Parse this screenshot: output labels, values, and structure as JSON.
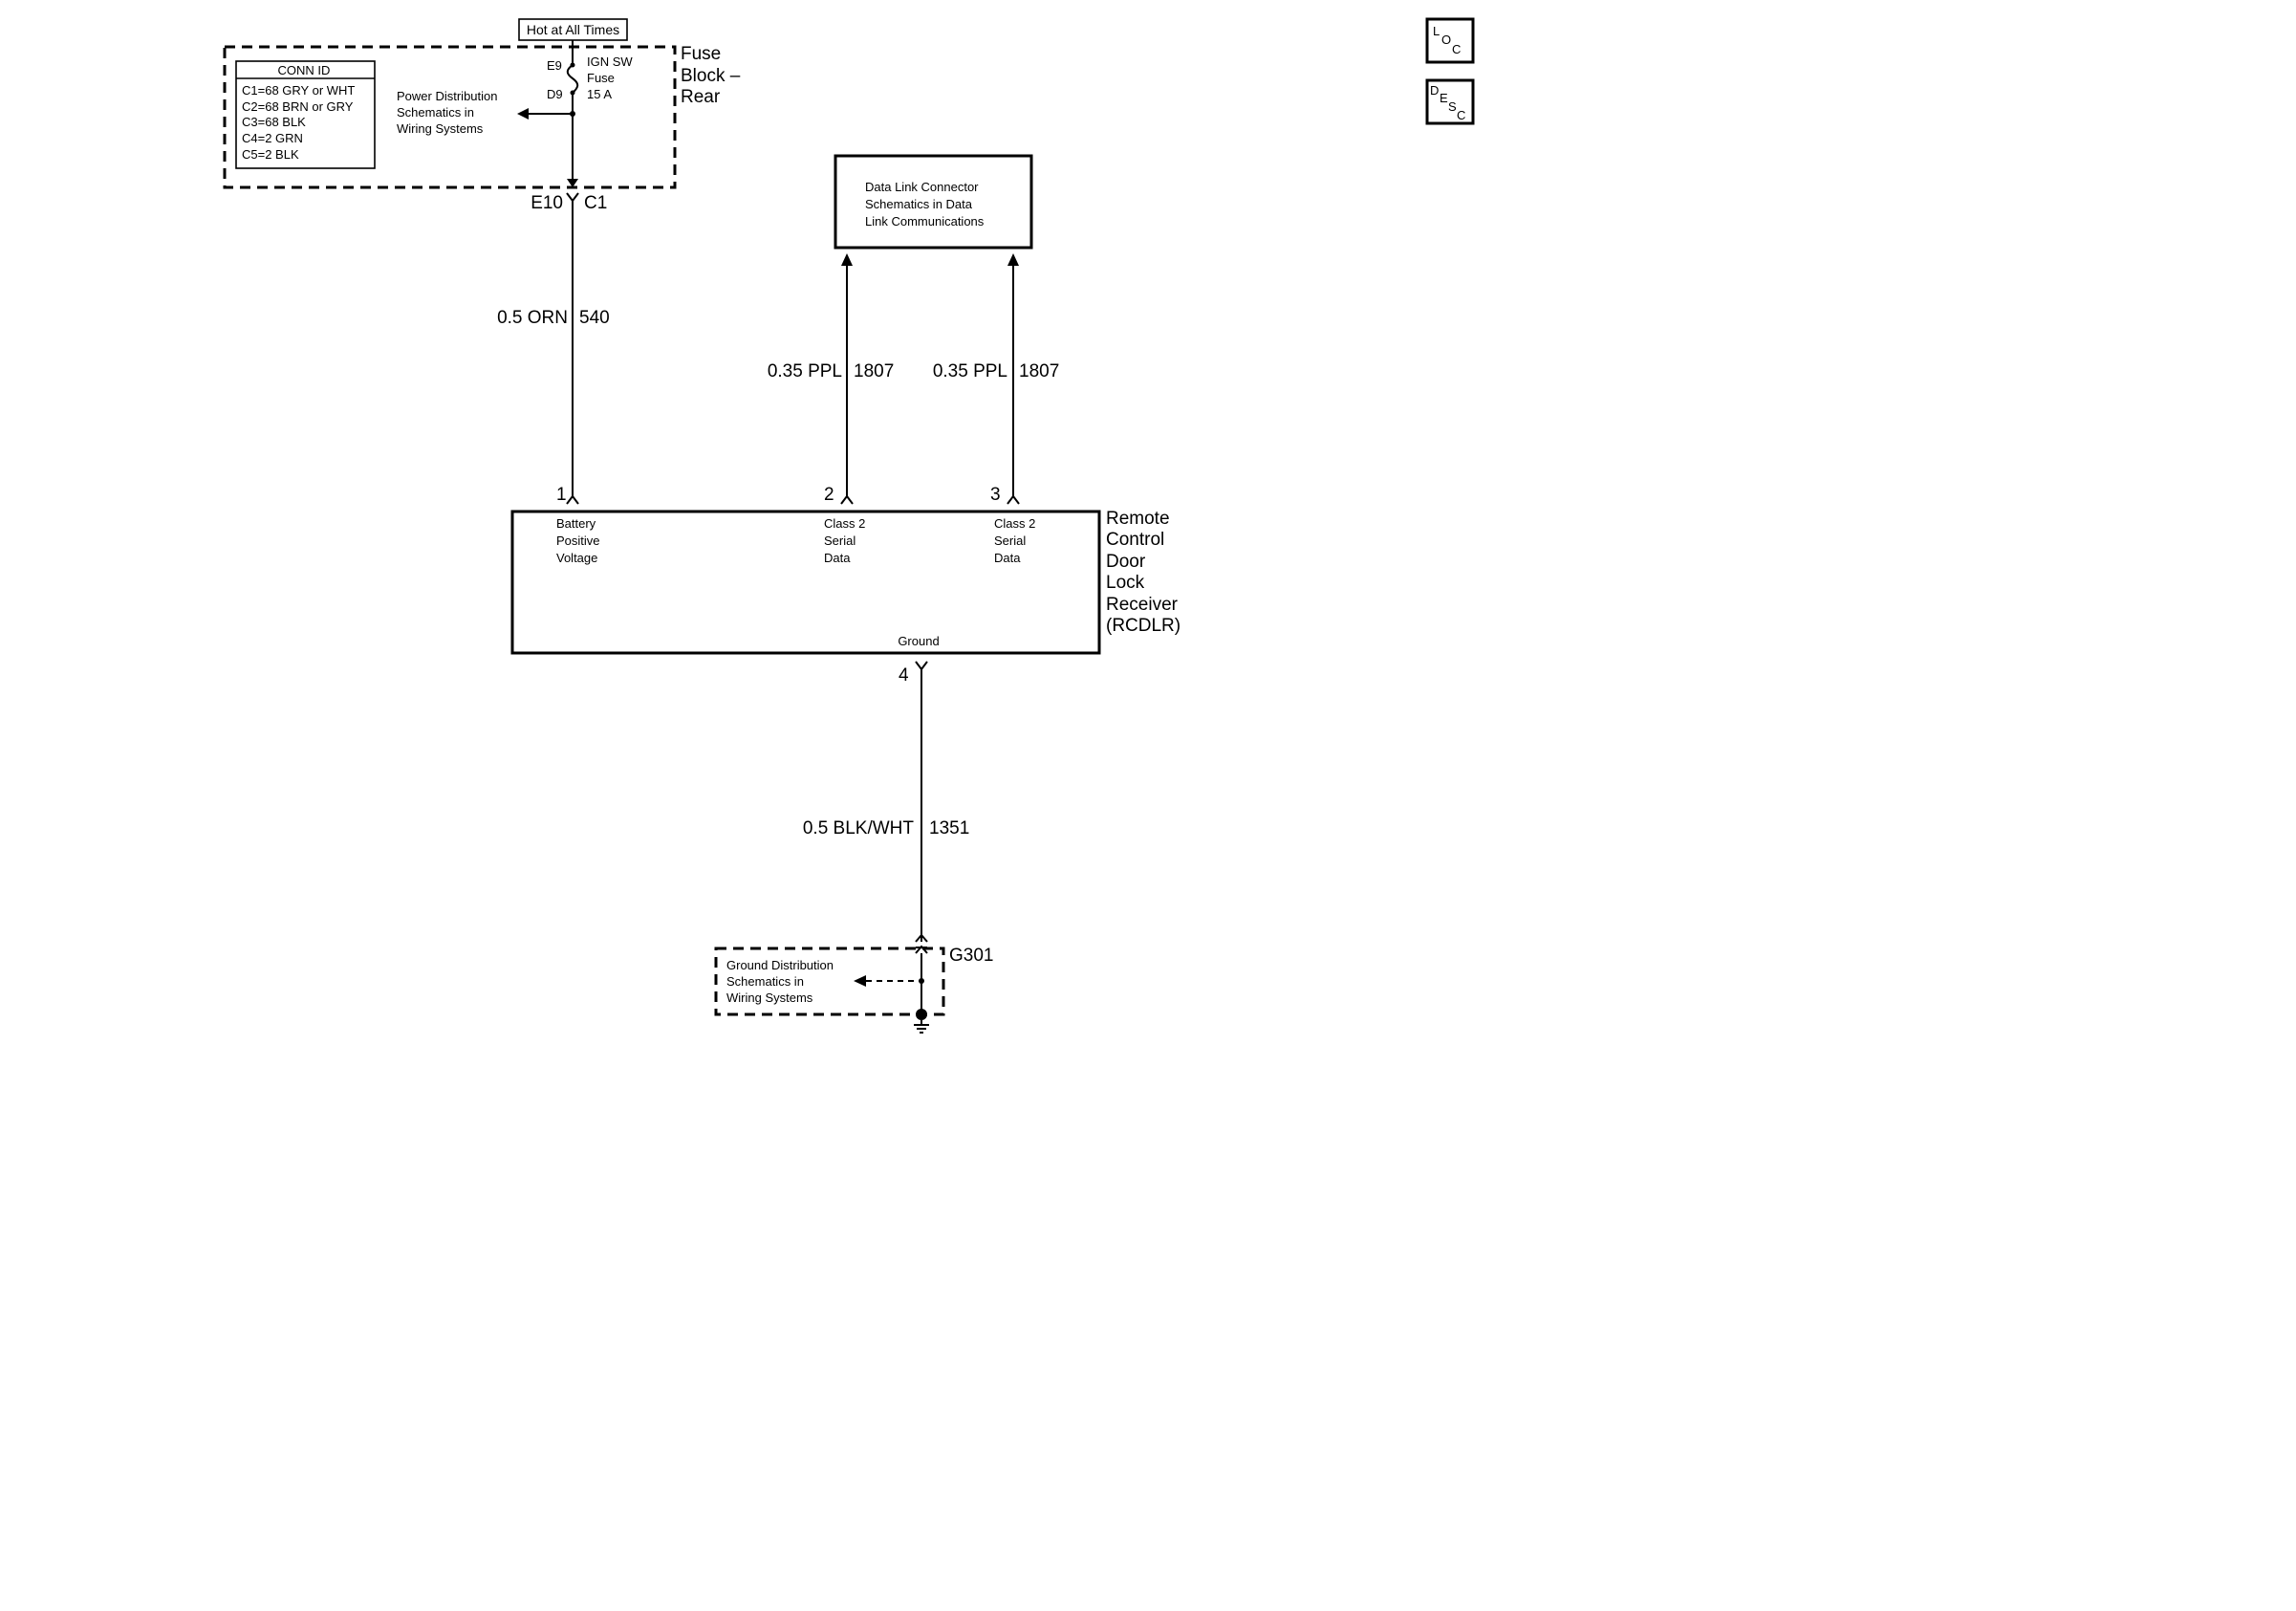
{
  "hot_label": "Hot at All Times",
  "fuse_block": {
    "name_lines": [
      "Fuse",
      "Block –",
      "Rear"
    ],
    "conn_id_title": "CONN ID",
    "conn_id_rows": [
      "C1=68 GRY or WHT",
      "C2=68 BRN or GRY",
      "C3=68 BLK",
      "C4=2 GRN",
      "C5=2 BLK"
    ],
    "power_ref_lines": [
      "Power Distribution",
      "Schematics in",
      "Wiring Systems"
    ],
    "pin_top": "E9",
    "pin_bottom": "D9",
    "fuse_lines": [
      "IGN SW",
      "Fuse",
      "15 A"
    ],
    "out_pin": "E10",
    "out_conn": "C1"
  },
  "wires": {
    "power": {
      "gauge_color": "0.5 ORN",
      "circuit": "540"
    },
    "data_a": {
      "gauge_color": "0.35 PPL",
      "circuit": "1807"
    },
    "data_b": {
      "gauge_color": "0.35 PPL",
      "circuit": "1807"
    },
    "ground": {
      "gauge_color": "0.5 BLK/WHT",
      "circuit": "1351"
    }
  },
  "dlc": {
    "lines": [
      "Data Link Connector",
      "Schematics in Data",
      "Link Communications"
    ]
  },
  "rcdlr": {
    "name_lines": [
      "Remote",
      "Control",
      "Door",
      "Lock",
      "Receiver",
      "(RCDLR)"
    ],
    "pins": [
      {
        "number": "1",
        "lines": [
          "Battery",
          "Positive",
          "Voltage"
        ]
      },
      {
        "number": "2",
        "lines": [
          "Class 2",
          "Serial",
          "Data"
        ]
      },
      {
        "number": "3",
        "lines": [
          "Class 2",
          "Serial",
          "Data"
        ]
      }
    ],
    "ground_label": "Ground",
    "ground_pin": "4"
  },
  "ground_dist": {
    "name": "G301",
    "lines": [
      "Ground Distribution",
      "Schematics in",
      "Wiring Systems"
    ]
  },
  "corner_icons": [
    {
      "label": "LOC",
      "letters": [
        "L",
        "O",
        "C"
      ]
    },
    {
      "label": "DESC",
      "letters": [
        "D",
        "E",
        "S",
        "C"
      ]
    }
  ]
}
